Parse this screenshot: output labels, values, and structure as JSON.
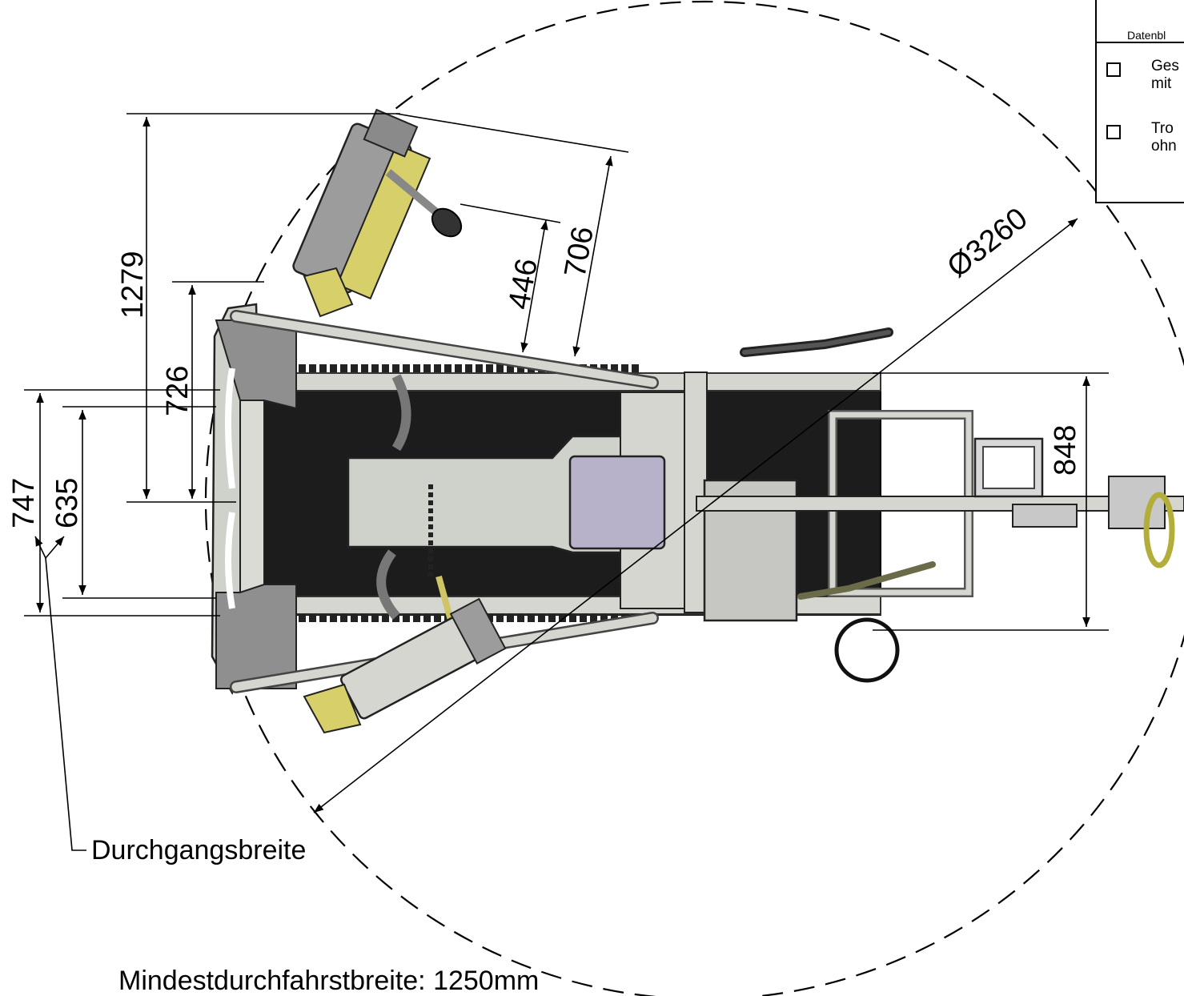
{
  "dimensions": {
    "d1279": "1279",
    "d726": "726",
    "d747": "747",
    "d635": "635",
    "d446": "446",
    "d706": "706",
    "d3260": "Ø3260",
    "d848": "848"
  },
  "labels": {
    "passage_width": "Durchgangsbreite",
    "min_width": "Mindestdurchfahrstbreite: 1250mm"
  },
  "legend": {
    "header": "Datenbl",
    "rows": [
      {
        "line1": "Ges",
        "line2": "mit"
      },
      {
        "line1": "Tro",
        "line2": "ohn"
      }
    ]
  },
  "colors": {
    "frame": "#d4d6cf",
    "belt": "#1c1c1c",
    "yellow": "#d6cf6a",
    "panel": "#b7b2c9"
  }
}
